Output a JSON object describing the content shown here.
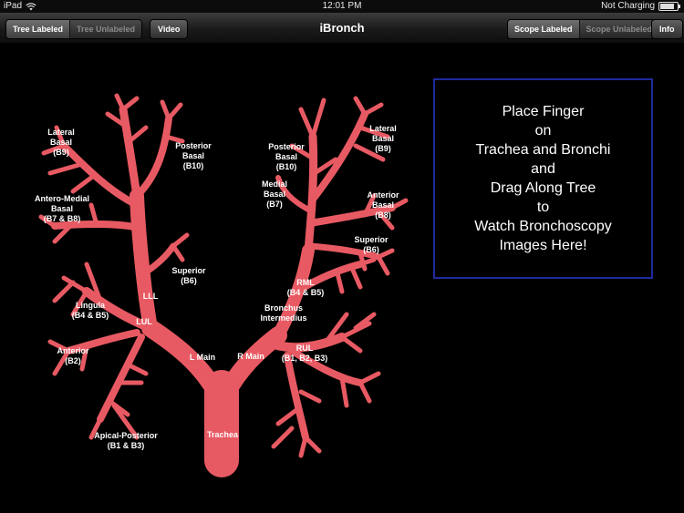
{
  "status_bar": {
    "device": "iPad",
    "time": "12:01 PM",
    "charge": "Not Charging",
    "battery_level": 0.85
  },
  "nav": {
    "title": "iBronch",
    "tree_segment": {
      "labeled": "Tree Labeled",
      "unlabeled": "Tree Unlabeled",
      "selected": "labeled"
    },
    "video_button": "Video",
    "scope_segment": {
      "labeled": "Scope Labeled",
      "unlabeled": "Scope Unlabeled",
      "selected": "labeled"
    },
    "info_button": "Info"
  },
  "colors": {
    "airway": "#e85a63",
    "panel_border": "#1f2a9c"
  },
  "tree_labels": {
    "lateral_basal_left": [
      "Lateral",
      "Basal",
      "(B9)"
    ],
    "posterior_basal_left": [
      "Posterior",
      "Basal",
      "(B10)"
    ],
    "antero_medial_basal": [
      "Antero-Medial",
      "Basal",
      "(B7 & B8)"
    ],
    "superior_left": [
      "Superior",
      "(B6)"
    ],
    "lll": "LLL",
    "lingula": [
      "Lingula",
      "(B4 & B5)"
    ],
    "lul": "LUL",
    "anterior_left": [
      "Anterior",
      "(B2)"
    ],
    "l_main": "L Main",
    "apical_posterior": [
      "Apical-Posterior",
      "(B1 & B3)"
    ],
    "trachea": "Trachea",
    "posterior_basal_right": [
      "Posterior",
      "Basal",
      "(B10)"
    ],
    "lateral_basal_right": [
      "Lateral",
      "Basal",
      "(B9)"
    ],
    "medial_basal": [
      "Medial",
      "Basal",
      "(B7)"
    ],
    "anterior_basal": [
      "Anterior",
      "Basal",
      "(B8)"
    ],
    "superior_right": [
      "Superior",
      "(B6)"
    ],
    "rml": [
      "RML",
      "(B4 & B5)"
    ],
    "bronchus_intermedius": [
      "Bronchus",
      "Intermedius"
    ],
    "r_main": "R Main",
    "rul": [
      "RUL",
      "(B1, B2, B3)"
    ]
  },
  "scope_panel": {
    "lines": [
      "Place Finger",
      "on",
      "Trachea and Bronchi",
      "and",
      "Drag Along Tree",
      "to",
      "Watch Bronchoscopy",
      "Images Here!"
    ]
  }
}
